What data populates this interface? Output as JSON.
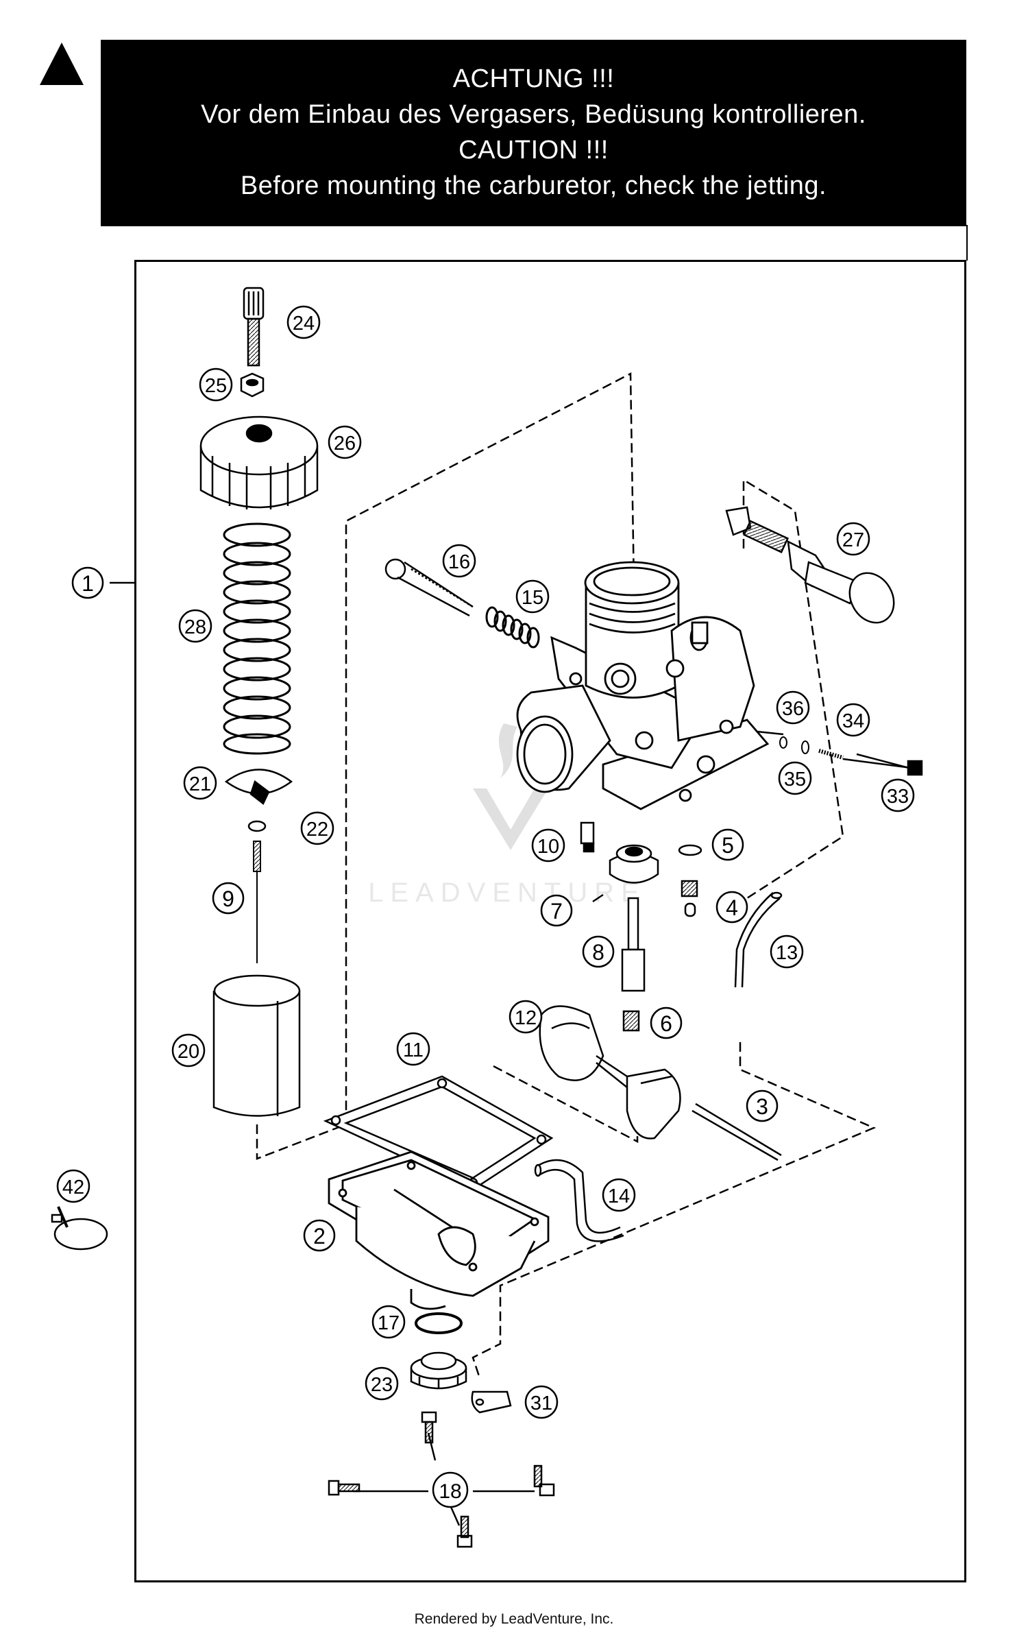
{
  "warning": {
    "line1": "ACHTUNG !!!",
    "line2": "Vor dem Einbau des Vergasers, Bedüsung kontrollieren.",
    "line3": "CAUTION !!!",
    "line4": "Before mounting the carburetor, check the jetting."
  },
  "watermark": "LEADVENTURE",
  "footer": "Rendered by LeadVenture, Inc.",
  "callouts": [
    "1",
    "2",
    "3",
    "4",
    "5",
    "6",
    "7",
    "8",
    "9",
    "10",
    "11",
    "12",
    "13",
    "14",
    "15",
    "16",
    "17",
    "18",
    "20",
    "21",
    "22",
    "23",
    "24",
    "25",
    "26",
    "27",
    "28",
    "31",
    "33",
    "34",
    "35",
    "36",
    "42"
  ]
}
